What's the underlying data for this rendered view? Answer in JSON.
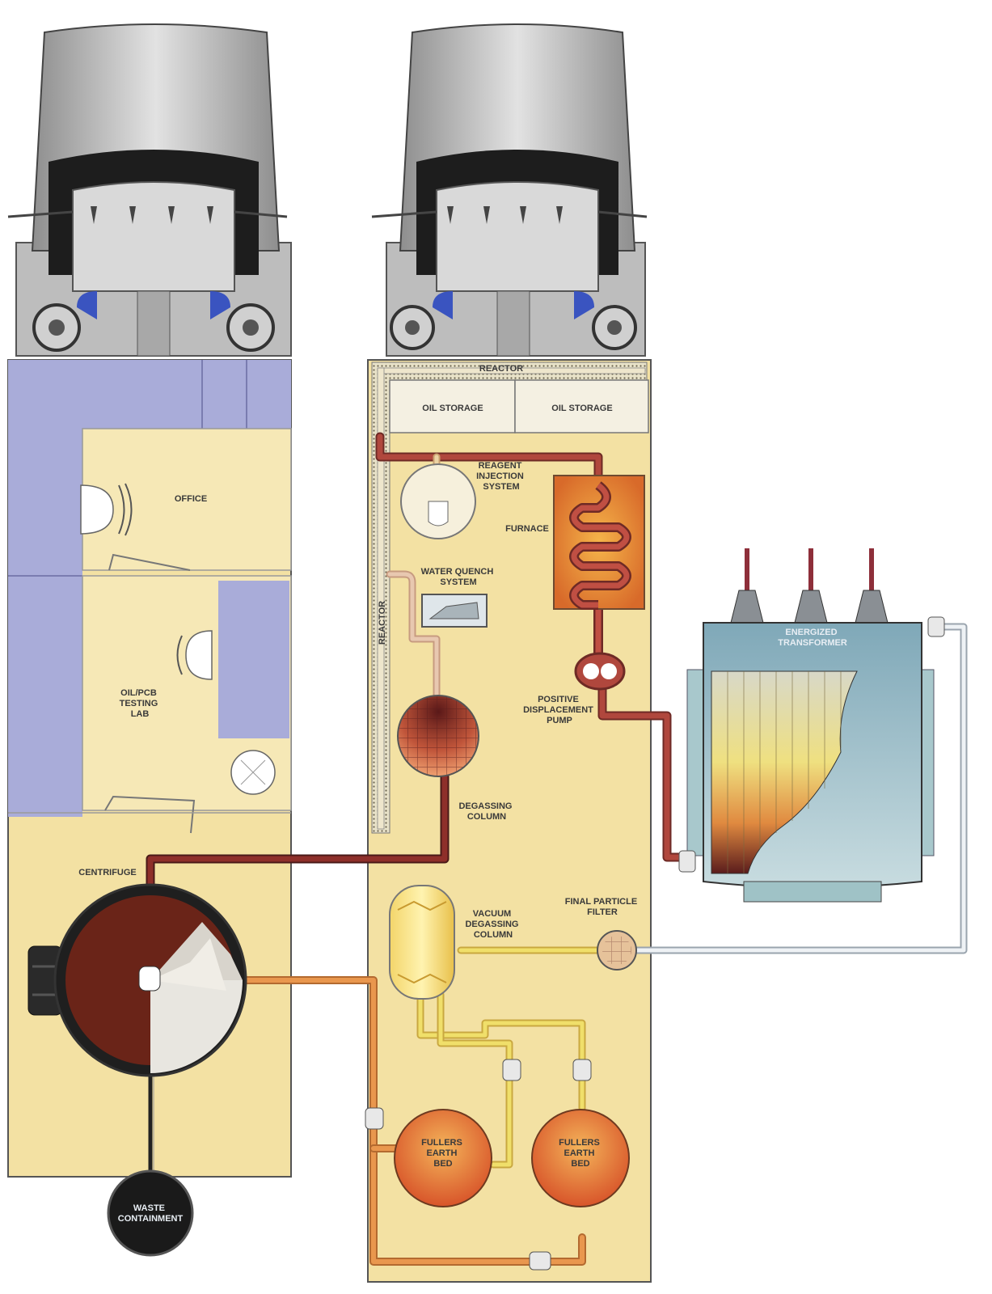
{
  "labels": {
    "oil_storage_1": "OIL STORAGE",
    "oil_storage_2": "OIL STORAGE",
    "reactor_top": "REACTOR",
    "reactor_side": "REACTOR",
    "reagent": [
      "REAGENT",
      "INJECTION",
      "SYSTEM"
    ],
    "furnace": "FURNACE",
    "water_quench": [
      "WATER QUENCH",
      "SYSTEM"
    ],
    "pd_pump": [
      "POSITIVE",
      "DISPLACEMENT",
      "PUMP"
    ],
    "degassing": [
      "DEGASSING",
      "COLUMN"
    ],
    "vacuum": [
      "VACUUM",
      "DEGASSING",
      "COLUMN"
    ],
    "final_filter": [
      "FINAL PARTICLE",
      "FILTER"
    ],
    "fullers_1": [
      "FULLERS",
      "EARTH",
      "BED"
    ],
    "fullers_2": [
      "FULLERS",
      "EARTH",
      "BED"
    ],
    "office": "OFFICE",
    "lab": [
      "OIL/PCB",
      "TESTING",
      "LAB"
    ],
    "centrifuge": "CENTRIFUGE",
    "waste": [
      "WASTE",
      "CONTAINMENT"
    ],
    "transformer": [
      "ENERGIZED",
      "TRANSFORMER"
    ]
  },
  "colors": {
    "trailer_fill": "#f3e1a3",
    "panel_blue": "#a9acd9",
    "oil_pipe": "#b0473d",
    "light_pipe": "#e6b27a",
    "clean_pipe": "#f0df6a",
    "return_pipe": "#dde3ea",
    "cab_gray": "#c9c9c9"
  }
}
